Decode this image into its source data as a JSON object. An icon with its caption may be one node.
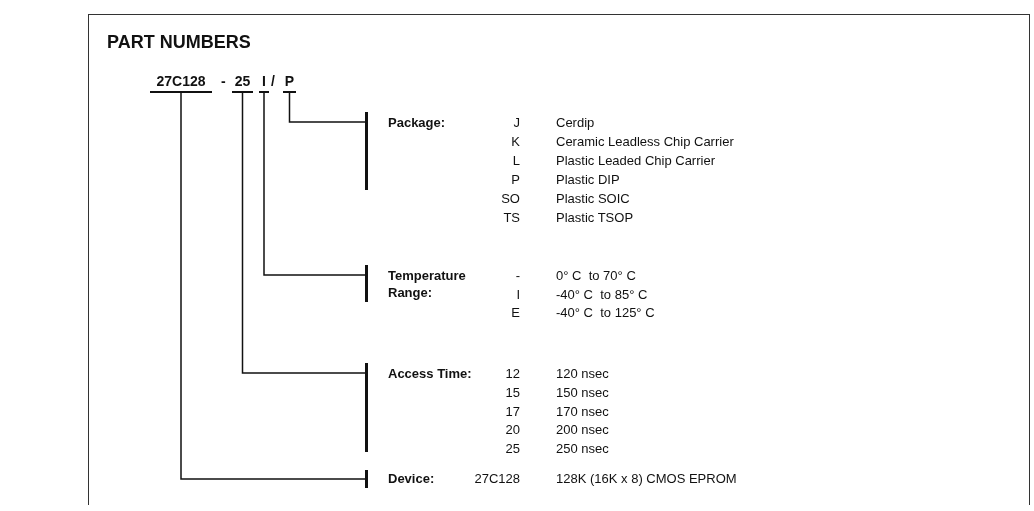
{
  "diagram": {
    "title": "PART NUMBERS",
    "nodes": [
      {
        "text": [
          "27C128"
        ]
      },
      {
        "text": [
          "25"
        ]
      },
      {
        "text": [
          "I"
        ]
      },
      {
        "text": [
          "P"
        ]
      },
      {
        "text": [
          "Package:"
        ]
      },
      {
        "text": [
          "Temperature Range:"
        ]
      },
      {
        "text": [
          "Access Time:"
        ]
      },
      {
        "text": [
          "Device:"
        ]
      }
    ],
    "edges": [
      {
        "from": 3,
        "to": 4,
        "arrow": "none"
      },
      {
        "from": 2,
        "to": 5,
        "arrow": "none"
      },
      {
        "from": 1,
        "to": 6,
        "arrow": "none"
      },
      {
        "from": 0,
        "to": 7,
        "arrow": "none"
      }
    ],
    "labels": [
      "-",
      "/",
      "J",
      "Cerdip",
      "K",
      "Ceramic Leadless Chip Carrier",
      "L",
      "Plastic Leaded Chip Carrier",
      "P",
      "Plastic DIP",
      "SO",
      "Plastic SOIC",
      "TS",
      "Plastic TSOP",
      "-",
      "0° C  to 70° C",
      "I",
      "-40° C  to 85° C",
      "E",
      "-40° C  to 125° C",
      "12",
      "120 nsec",
      "15",
      "150 nsec",
      "17",
      "170 nsec",
      "20",
      "200 nsec",
      "25",
      "250 nsec",
      "27C128",
      "128K (16K x 8) CMOS EPROM"
    ]
  }
}
